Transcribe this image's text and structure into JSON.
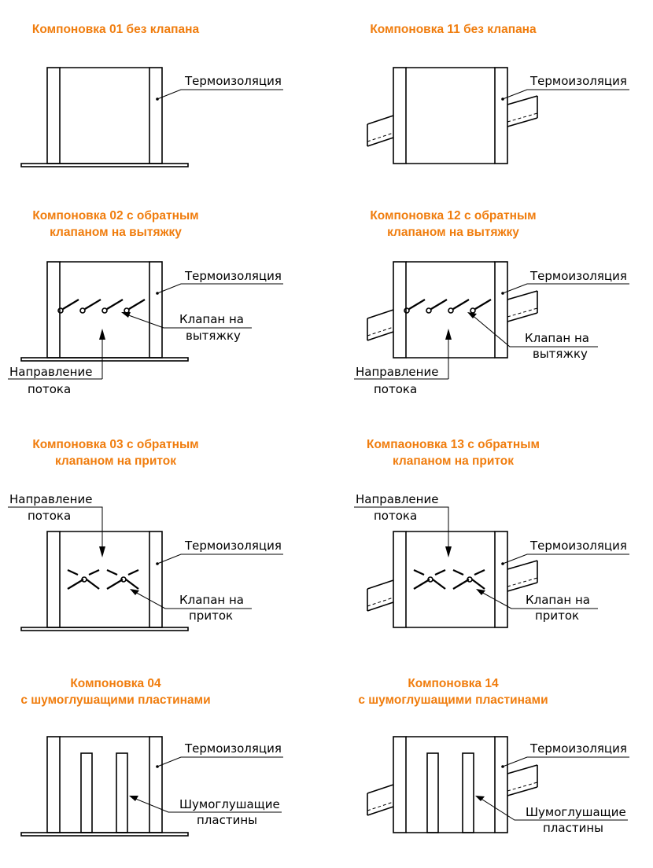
{
  "colors": {
    "title": "#f07d0e",
    "line": "#000000",
    "background": "#ffffff"
  },
  "panels": {
    "p01": {
      "title": [
        "Компоновка 01 без клапана"
      ],
      "insulation": "Термоизоляция"
    },
    "p11": {
      "title": [
        "Компоновка 11 без клапана"
      ],
      "insulation": "Термоизоляция"
    },
    "p02": {
      "title": [
        "Компоновка 02 с обратным",
        "клапаном на вытяжку"
      ],
      "insulation": "Термоизоляция",
      "valve": [
        "Клапан на",
        "вытяжку"
      ],
      "flow": [
        "Направление",
        "потока"
      ]
    },
    "p12": {
      "title": [
        "Компоновка 12 с обратным",
        "клапаном на вытяжку"
      ],
      "insulation": "Термоизоляция",
      "valve": [
        "Клапан на",
        "вытяжку"
      ],
      "flow": [
        "Направление",
        "потока"
      ]
    },
    "p03": {
      "title": [
        "Компоновка 03 с обратным",
        "клапаном на приток"
      ],
      "insulation": "Термоизоляция",
      "valve": [
        "Клапан на",
        "приток"
      ],
      "flow": [
        "Направление",
        "потока"
      ]
    },
    "p13": {
      "title": [
        "Компаоновка 13 с обратным",
        "клапаном на приток"
      ],
      "insulation": "Термоизоляция",
      "valve": [
        "Клапан на",
        "приток"
      ],
      "flow": [
        "Направление",
        "потока"
      ]
    },
    "p04": {
      "title": [
        "Компоновка 04",
        "с шумоглушащими  пластинами"
      ],
      "insulation": "Термоизоляция",
      "plates": [
        "Шумоглушащие",
        "пластины"
      ]
    },
    "p14": {
      "title": [
        "Компоновка 14",
        "с шумоглушащими  пластинами"
      ],
      "insulation": "Термоизоляция",
      "plates": [
        "Шумоглушащие",
        "пластины"
      ]
    }
  }
}
